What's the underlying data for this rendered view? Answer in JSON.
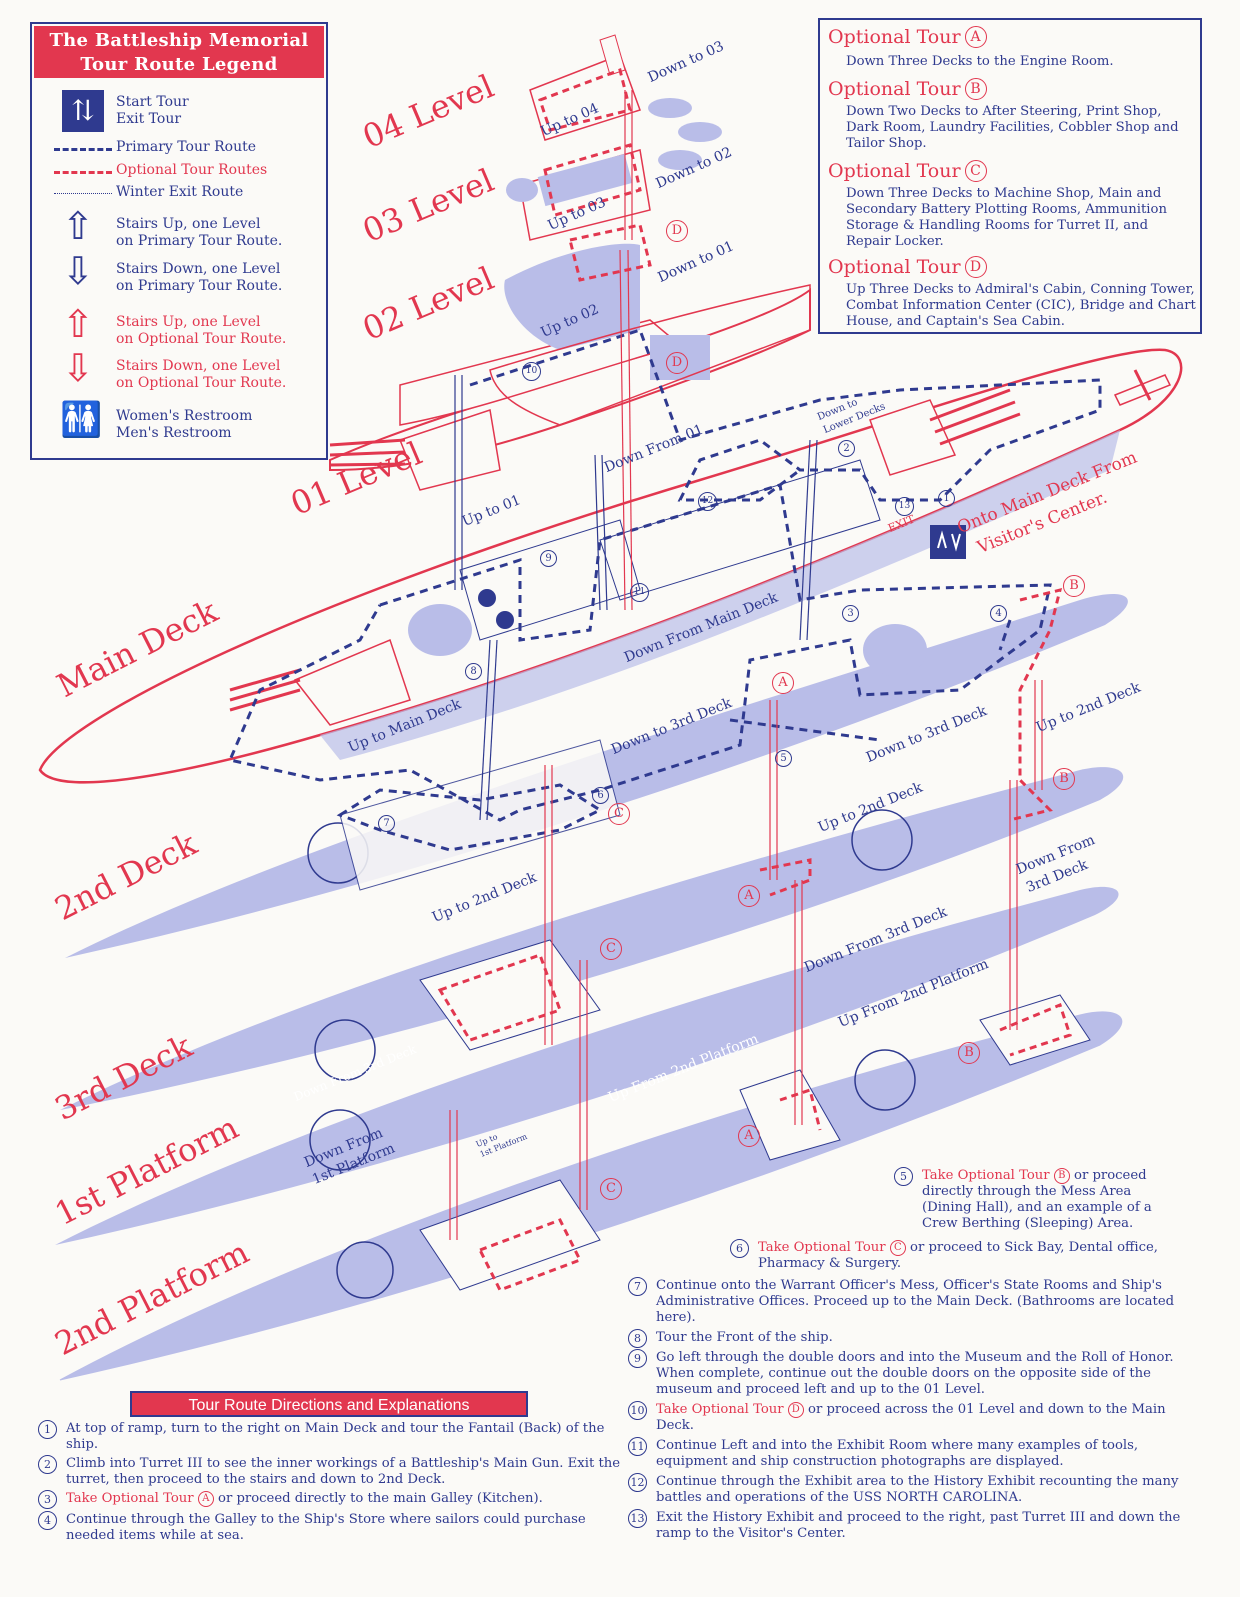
{
  "legend": {
    "title_line1": "The Battleship Memorial",
    "title_line2": "Tour Route Legend",
    "items": [
      {
        "line1": "Start Tour",
        "line2": "Exit Tour"
      },
      {
        "line1": "Primary Tour Route"
      },
      {
        "line1": "Optional Tour Routes"
      },
      {
        "line1": "Winter Exit Route"
      },
      {
        "line1": "Stairs Up, one Level",
        "line2": "on Primary Tour Route."
      },
      {
        "line1": "Stairs Down, one Level",
        "line2": "on Primary Tour Route."
      },
      {
        "line1": "Stairs Up, one Level",
        "line2": "on Optional Tour Route."
      },
      {
        "line1": "Stairs Down, one Level",
        "line2": "on Optional Tour Route."
      },
      {
        "line1": "Women's Restroom",
        "line2": "Men's Restroom"
      }
    ]
  },
  "optional_tours": [
    {
      "heading": "Optional Tour",
      "letter": "A",
      "text": "Down Three Decks to the Engine Room."
    },
    {
      "heading": "Optional Tour",
      "letter": "B",
      "text": "Down Two Decks to After Steering, Print Shop, Dark Room, Laundry Facilities, Cobbler Shop and Tailor Shop."
    },
    {
      "heading": "Optional Tour",
      "letter": "C",
      "text": "Down Three Decks to Machine Shop, Main and Secondary Battery Plotting Rooms, Ammunition Storage & Handling Rooms for Turret II, and Repair Locker."
    },
    {
      "heading": "Optional Tour",
      "letter": "D",
      "text": "Up Three Decks to Admiral's Cabin, Conning Tower, Combat Information Center (CIC), Bridge and Chart House, and Captain's Sea Cabin."
    }
  ],
  "decks": {
    "o4": "04 Level",
    "o3": "03 Level",
    "o2": "02 Level",
    "o1": "01 Level",
    "main": "Main Deck",
    "second": "2nd Deck",
    "third": "3rd Deck",
    "p1": "1st Platform",
    "p2": "2nd Platform"
  },
  "routes": {
    "down_to_03": "Down to 03",
    "up_to_04": "Up to 04",
    "down_to_02": "Down to 02",
    "up_to_03": "Up to 03",
    "down_to_01": "Down to 01",
    "up_to_02": "Up to 02",
    "down_from_01": "Down From 01",
    "up_to_01": "Up to 01",
    "down_to_lower_1": "Down to",
    "down_to_lower_2": "Lower Decks",
    "exit": "EXIT",
    "onto_main_1": "Onto Main Deck From",
    "onto_main_2": "Visitor's Center.",
    "down_from_main": "Down From Main Deck",
    "up_to_main": "Up to Main Deck",
    "down_to_3rd_a": "Down to 3rd Deck",
    "down_to_3rd_b": "Down to 3rd Deck",
    "up_to_2nd_a": "Up to 2nd Deck",
    "up_to_2nd_b": "Up to 2nd Deck",
    "up_to_2nd_c": "Up to 2nd Deck",
    "down_from_3rd_1": "Down From",
    "down_from_3rd_2": "3rd Deck",
    "down_from_3rd_deck": "Down From 3rd Deck",
    "down_from_3rd_deck_b": "Down From 3rd Deck",
    "up_from_2nd_platform_a": "Up From 2nd Platform",
    "up_from_2nd_platform_b": "Up From 2nd Platform",
    "down_from_1st_1": "Down From",
    "down_from_1st_2": "1st Platform",
    "up_to_1st_1": "Up to",
    "up_to_1st_2": "1st Platform"
  },
  "markers": {
    "A": "A",
    "B": "B",
    "C": "C",
    "D": "D",
    "n1": "1",
    "n2": "2",
    "n3": "3",
    "n4": "4",
    "n5": "5",
    "n6": "6",
    "n7": "7",
    "n8": "8",
    "n9": "9",
    "n10": "10",
    "n11": "11",
    "n12": "12",
    "n13": "13"
  },
  "directions": {
    "title": "Tour Route Directions and Explanations",
    "items": [
      {
        "num": "1",
        "text": "At top of ramp, turn to the right on Main Deck and tour the Fantail (Back) of the ship."
      },
      {
        "num": "2",
        "text": "Climb into Turret III to see the inner workings of a Battleship's Main Gun. Exit the turret, then proceed to the stairs and down to 2nd Deck."
      },
      {
        "num": "3",
        "red": "Take Optional Tour",
        "letter": "A",
        "text": "or proceed directly to the main Galley (Kitchen)."
      },
      {
        "num": "4",
        "text": "Continue through the Galley to the Ship's Store where sailors could purchase needed items while at sea."
      },
      {
        "num": "5",
        "red": "Take Optional Tour",
        "letter": "B",
        "text": "or proceed directly through the Mess Area (Dining Hall), and an example of a Crew Berthing (Sleeping) Area."
      },
      {
        "num": "6",
        "red": "Take Optional Tour",
        "letter": "C",
        "text": "or proceed to Sick Bay, Dental office, Pharmacy & Surgery."
      },
      {
        "num": "7",
        "text": "Continue onto the Warrant Officer's Mess, Officer's State Rooms and Ship's Administrative Offices. Proceed up to the Main Deck. (Bathrooms are located here)."
      },
      {
        "num": "8",
        "text": "Tour the Front of the ship."
      },
      {
        "num": "9",
        "text": "Go left through the double doors and into the Museum and the Roll of Honor. When complete, continue out the double doors on the opposite side of the museum and proceed left and up to the 01 Level."
      },
      {
        "num": "10",
        "red": "Take Optional Tour",
        "letter": "D",
        "text": "or proceed across the 01 Level and down to the Main Deck."
      },
      {
        "num": "11",
        "text": "Continue Left and into the Exhibit Room where many examples of tools, equipment and ship construction photographs are displayed."
      },
      {
        "num": "12",
        "text": "Continue through the Exhibit area to the History Exhibit recounting the many battles and operations of the USS NORTH CAROLINA."
      },
      {
        "num": "13",
        "text": "Exit the History Exhibit and proceed to the right, past Turret III and down the ramp to the Visitor's Center."
      }
    ]
  },
  "colors": {
    "blue": "#2f3a8f",
    "red": "#e2374f",
    "fill": "#b9bde8"
  }
}
